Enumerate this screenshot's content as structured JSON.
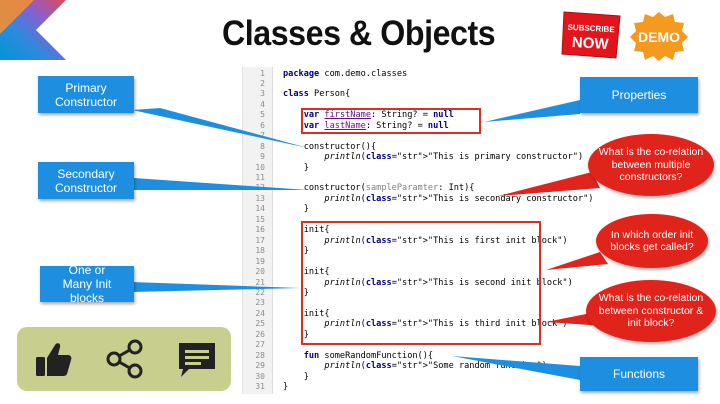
{
  "title": "Classes & Objects",
  "badges": {
    "subscribe_line1": "SUBSCRIBE",
    "subscribe_line2": "NOW",
    "demo": "DEMO"
  },
  "code_lines": [
    {
      "n": "1",
      "text": "package com.demo.classes"
    },
    {
      "n": "2",
      "text": ""
    },
    {
      "n": "3",
      "text": "class Person{"
    },
    {
      "n": "4",
      "text": ""
    },
    {
      "n": "5",
      "text": "    var firstName: String? = null"
    },
    {
      "n": "6",
      "text": "    var lastName: String? = null"
    },
    {
      "n": "7",
      "text": ""
    },
    {
      "n": "8",
      "text": "    constructor(){"
    },
    {
      "n": "9",
      "text": "        println(\"This is primary constructor\")"
    },
    {
      "n": "10",
      "text": "    }"
    },
    {
      "n": "11",
      "text": ""
    },
    {
      "n": "12",
      "text": "    constructor(sampleParamter: Int){"
    },
    {
      "n": "13",
      "text": "        println(\"This is secondary constructor\")"
    },
    {
      "n": "14",
      "text": "    }"
    },
    {
      "n": "15",
      "text": ""
    },
    {
      "n": "16",
      "text": "    init{"
    },
    {
      "n": "17",
      "text": "        println(\"This is first init block\")"
    },
    {
      "n": "18",
      "text": "    }"
    },
    {
      "n": "19",
      "text": ""
    },
    {
      "n": "20",
      "text": "    init{"
    },
    {
      "n": "21",
      "text": "        println(\"This is second init block\")"
    },
    {
      "n": "22",
      "text": "    }"
    },
    {
      "n": "23",
      "text": ""
    },
    {
      "n": "24",
      "text": "    init{"
    },
    {
      "n": "25",
      "text": "        println(\"This is third init block\")"
    },
    {
      "n": "26",
      "text": "    }"
    },
    {
      "n": "27",
      "text": ""
    },
    {
      "n": "28",
      "text": "    fun someRandomFunction(){"
    },
    {
      "n": "29",
      "text": "        println(\"Some random function\")"
    },
    {
      "n": "30",
      "text": "    }"
    },
    {
      "n": "31",
      "text": "}"
    }
  ],
  "labels": {
    "primary_constructor": "Primary Constructor",
    "secondary_constructor": "Secondary Constructor",
    "init_blocks": "One or Many Init blocks",
    "properties": "Properties",
    "functions": "Functions"
  },
  "questions": {
    "q1": "What is the co-relation between multiple constructors?",
    "q2": "In which order init blocks get called?",
    "q3": "What is the co-relation between constructor & init block?"
  },
  "actions": {
    "like_icon": "thumbs-up-icon",
    "share_icon": "share-icon",
    "comment_icon": "comment-icon"
  },
  "colors": {
    "label_blue": "#1e8fe0",
    "bubble_red": "#e0241c",
    "box_red": "#d93025",
    "panel_green": "#c7ce8e",
    "keyword": "#000080",
    "string": "#007000",
    "property": "#660e7a"
  }
}
